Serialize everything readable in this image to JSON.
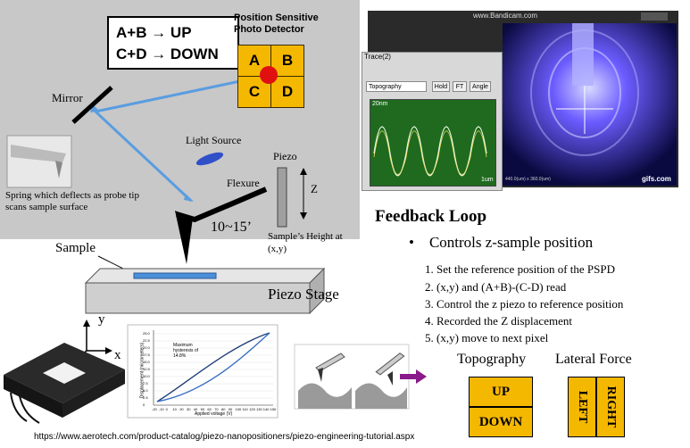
{
  "formula": {
    "line1": "A+B → UP",
    "line2": "C+D → DOWN"
  },
  "pspd": {
    "label": "Position Sensitive Photo Detector",
    "quadrants": [
      "A",
      "B",
      "C",
      "D"
    ]
  },
  "labels": {
    "mirror": "Mirror",
    "light_source": "Light Source",
    "piezo": "Piezo",
    "z_axis": "Z",
    "flexure": "Flexure",
    "spring": "Spring which deflects as probe tip scans sample surface",
    "angle": "10~15’",
    "sample_height": "Sample’s Height at (x,y)",
    "sample": "Sample",
    "piezo_stage": "Piezo Stage",
    "axis_y": "y",
    "axis_x": "x"
  },
  "screen": {
    "watermark_top": "www.Bandicam.com",
    "trace_title": "Trace(2)",
    "dropdown": "Topography",
    "buttons": [
      "Hold",
      "FT",
      "Angle"
    ],
    "plot_top": "20nm",
    "plot_bottom": "1um",
    "camera_scale": "440.0(um) x 360.0(um)",
    "watermark_bottom": "gifs.com"
  },
  "feedback": {
    "title": "Feedback Loop",
    "bullet": "Controls z-sample position",
    "steps": [
      "1.  Set the reference position of the PSPD",
      "2.  (x,y) and (A+B)-(C-D) read",
      "3.  Control the z piezo to reference position",
      "4.  Recorded the Z displacement",
      "5.  (x,y) move to next pixel"
    ]
  },
  "modes": {
    "topography": {
      "title": "Topography",
      "up": "UP",
      "down": "DOWN"
    },
    "lateral": {
      "title": "Lateral Force",
      "left": "LEFT",
      "right": "RIGHT"
    }
  },
  "hysteresis": {
    "annotation": "Maximum hysteresis of 14.8%",
    "xlabel": "Applied voltage (V)",
    "ylabel": "Displacement (micrometers)",
    "x_ticks": [
      "-20",
      "-10",
      "0",
      "10",
      "20",
      "30",
      "40",
      "50",
      "60",
      "70",
      "80",
      "90",
      "100",
      "110",
      "120",
      "130",
      "140",
      "150"
    ],
    "y_ticks": [
      "0",
      "2.5",
      "5.0",
      "7.5",
      "10.0",
      "12.5",
      "15.0",
      "17.5",
      "20.0",
      "22.5",
      "25.0"
    ]
  },
  "url": "https://www.aerotech.com/product-catalog/piezo-nanopositioners/piezo-engineering-tutorial.aspx",
  "colors": {
    "panel_gray": "#c8c8c8",
    "pspd_orange": "#f5b800",
    "laser_blue": "#5a9de0",
    "sample_blue": "#4a90d9"
  }
}
